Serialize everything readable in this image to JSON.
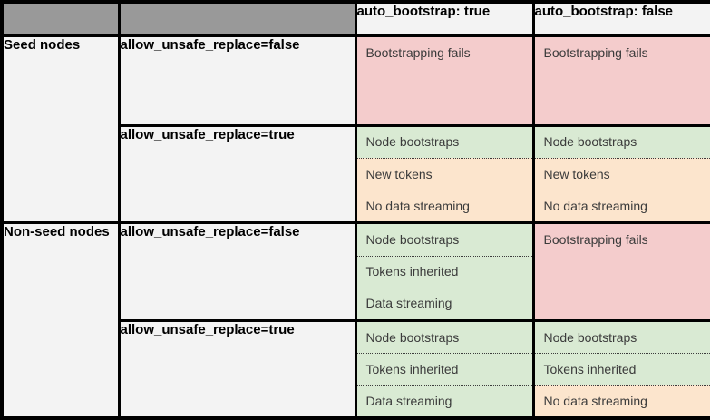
{
  "colors": {
    "header_gray": "#999999",
    "cell_light": "#f3f3f3",
    "success_green": "#d9ead3",
    "warning_peach": "#fce5cd",
    "fail_pink": "#f4cccc",
    "border": "#000000",
    "content_text": "#3b3b3b"
  },
  "header": {
    "corner1": "",
    "corner2": "",
    "auto_bootstrap_true": "auto_bootstrap: true",
    "auto_bootstrap_false": "auto_bootstrap: false"
  },
  "rows": [
    {
      "group": "Seed nodes",
      "setting": "allow_unsafe_replace=false",
      "true_col": [
        {
          "text": "Bootstrapping fails",
          "status": "fail"
        }
      ],
      "false_col": [
        {
          "text": "Bootstrapping fails",
          "status": "fail"
        }
      ]
    },
    {
      "setting": "allow_unsafe_replace=true",
      "true_col": [
        {
          "text": "Node bootstraps",
          "status": "success"
        },
        {
          "text": "New tokens",
          "status": "warning"
        },
        {
          "text": "No data streaming",
          "status": "warning"
        }
      ],
      "false_col": [
        {
          "text": "Node bootstraps",
          "status": "success"
        },
        {
          "text": "New tokens",
          "status": "warning"
        },
        {
          "text": "No data streaming",
          "status": "warning"
        }
      ]
    },
    {
      "group": "Non-seed nodes",
      "setting": "allow_unsafe_replace=false",
      "true_col": [
        {
          "text": "Node bootstraps",
          "status": "success"
        },
        {
          "text": "Tokens inherited",
          "status": "success"
        },
        {
          "text": "Data streaming",
          "status": "success"
        }
      ],
      "false_col": [
        {
          "text": "Bootstrapping fails",
          "status": "fail"
        }
      ]
    },
    {
      "setting": "allow_unsafe_replace=true",
      "true_col": [
        {
          "text": "Node bootstraps",
          "status": "success"
        },
        {
          "text": "Tokens inherited",
          "status": "success"
        },
        {
          "text": "Data streaming",
          "status": "success"
        }
      ],
      "false_col": [
        {
          "text": "Node bootstraps",
          "status": "success"
        },
        {
          "text": "Tokens inherited",
          "status": "success"
        },
        {
          "text": "No data streaming",
          "status": "warning"
        }
      ]
    }
  ]
}
